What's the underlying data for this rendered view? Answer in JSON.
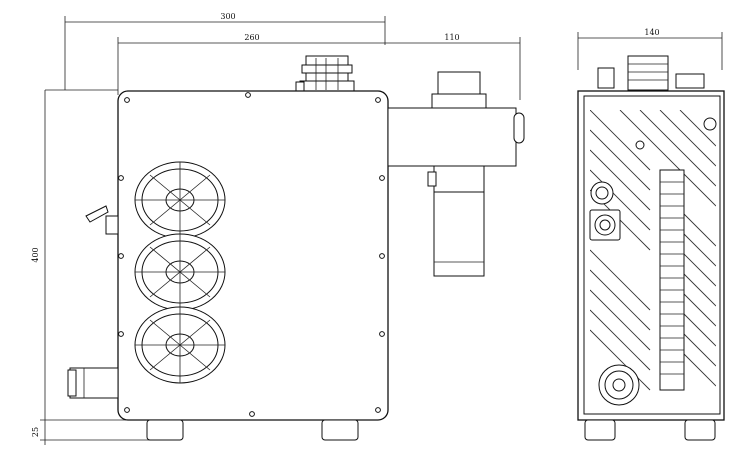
{
  "dimensions": {
    "overall_width": "300",
    "case_width": "260",
    "head_extension": "110",
    "height": "400",
    "foot_height": "25",
    "end_width": "140"
  }
}
